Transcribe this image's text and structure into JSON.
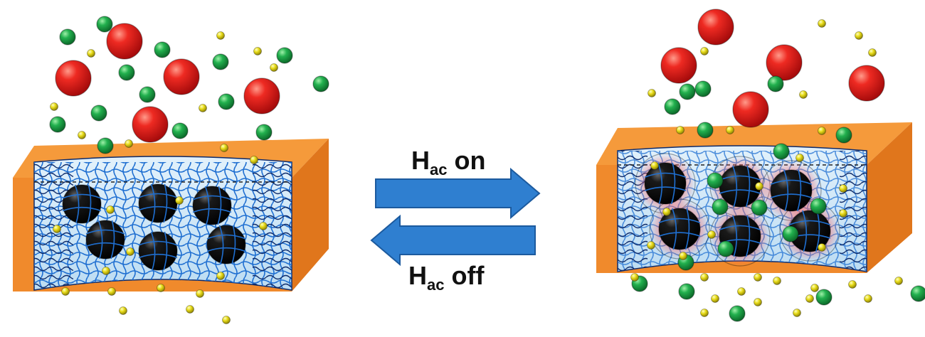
{
  "labels": {
    "on": {
      "main": "H",
      "sub": "ac",
      "word": "on"
    },
    "off": {
      "main": "H",
      "sub": "ac",
      "word": "off"
    }
  },
  "colors": {
    "frame_front": "#f08a2c",
    "frame_top": "#f59a3b",
    "frame_side": "#e0761c",
    "gel_fill": "#cfe6f7",
    "mesh": "#1f6fd1",
    "arrow": "#2f7fd0",
    "large_solute": "#e01b1b",
    "medium_solute": "#1ea34a",
    "small_solute": "#e5d80f",
    "nanoparticle": "#0b0b0b"
  },
  "icons": [
    "red-sphere-icon",
    "green-sphere-icon",
    "yellow-sphere-icon",
    "black-nanoparticle-icon",
    "right-arrow-icon",
    "left-arrow-icon"
  ]
}
